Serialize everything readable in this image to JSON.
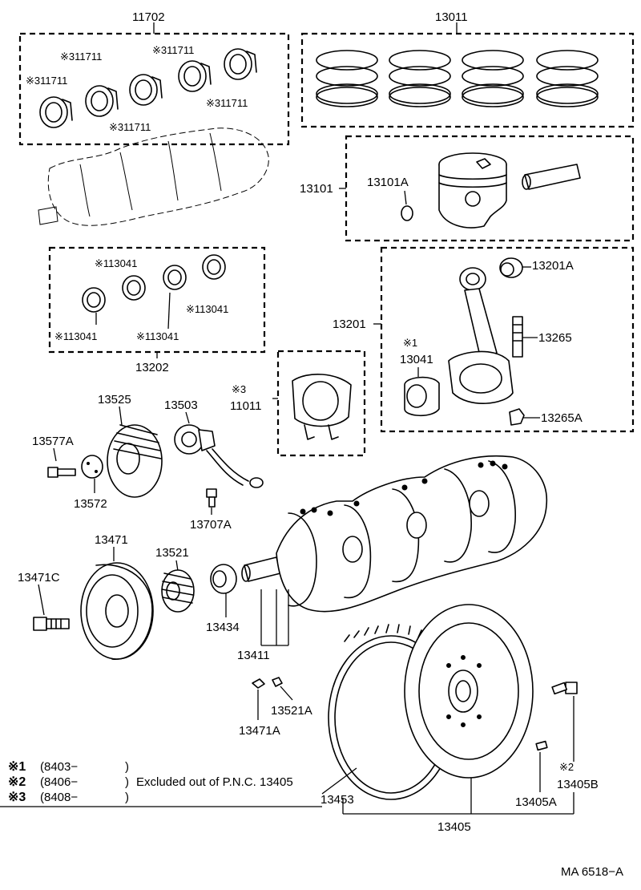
{
  "labels": {
    "p11702": "11702",
    "p13011": "13011",
    "b311711_1": "※311711",
    "b311711_2": "※311711",
    "b311711_3": "※311711",
    "b311711_4": "※311711",
    "b311711_5": "※311711",
    "p13101": "13101",
    "p13101A": "13101A",
    "b113041_1": "※113041",
    "b113041_2": "※113041",
    "b113041_3": "※113041",
    "b113041_4": "※113041",
    "p13202": "13202",
    "p13201": "13201",
    "p13201A": "13201A",
    "p13265": "13265",
    "p13265A": "13265A",
    "n1_mark": "※1",
    "p13041": "13041",
    "n3_mark": "※3",
    "p11011": "11011",
    "p13525": "13525",
    "p13503": "13503",
    "p13577A": "13577A",
    "p13572": "13572",
    "p13707A": "13707A",
    "p13471": "13471",
    "p13521": "13521",
    "p13471C": "13471C",
    "p13434": "13434",
    "p13411": "13411",
    "p13521A": "13521A",
    "p13471A": "13471A",
    "n2_mark": "※2",
    "p13405B": "13405B",
    "p13405A": "13405A",
    "p13453": "13453",
    "p13405": "13405"
  },
  "legend": {
    "rows": [
      {
        "mark": "※1",
        "date": "(8403−",
        "close": ")"
      },
      {
        "mark": "※2",
        "date": "(8406−",
        "close": ")"
      },
      {
        "mark": "※3",
        "date": "(8408−",
        "close": ")"
      }
    ],
    "note": "Excluded out of P.N.C. 13405"
  },
  "footer": {
    "code": "MA 6518−A"
  }
}
